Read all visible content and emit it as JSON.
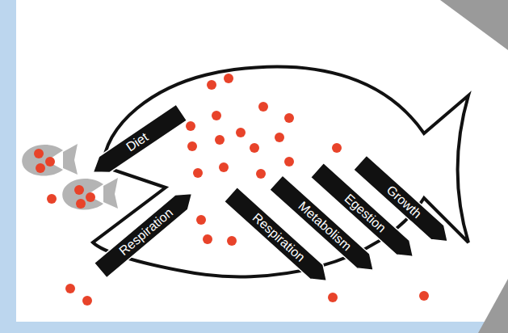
{
  "diagram": {
    "nodes": [
      {
        "text": [
          "Diet"
        ]
      },
      {
        "text": [
          "Respiration"
        ]
      },
      {
        "text": [
          "Respiration"
        ]
      },
      {
        "text": [
          "Metabolism"
        ]
      },
      {
        "text": [
          "Egestion"
        ]
      },
      {
        "text": [
          "Growth"
        ]
      }
    ]
  }
}
